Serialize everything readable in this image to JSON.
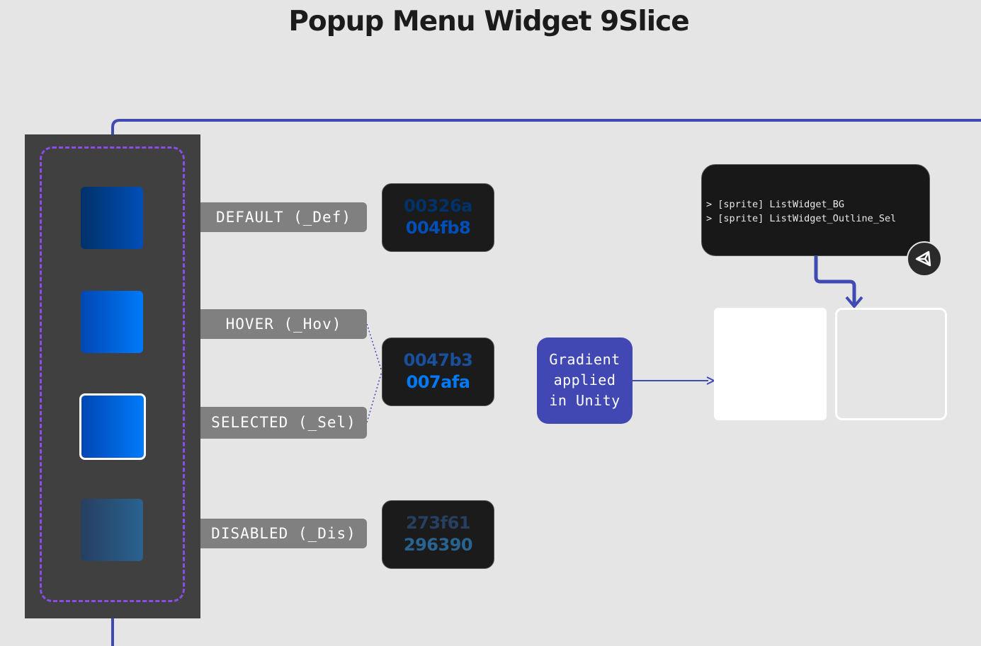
{
  "title": "Popup Menu Widget 9Slice",
  "states": [
    {
      "label": "DEFAULT (_Def)",
      "colors": [
        "00326a",
        "004fb8"
      ]
    },
    {
      "label": "HOVER (_Hov)",
      "colors": [
        "0047b3",
        "007afa"
      ]
    },
    {
      "label": "SELECTED (_Sel)"
    },
    {
      "label": "DISABLED (_Dis)",
      "colors": [
        "273f61",
        "296390"
      ]
    }
  ],
  "gradient_note": [
    "Gradient",
    "applied",
    "in Unity"
  ],
  "sprites": [
    "> [sprite] ListWidget_BG",
    "> [sprite] ListWidget_Outline_Sel"
  ],
  "icons": {
    "unity": "unity-logo-icon"
  },
  "colors": {
    "background": "#e5e5e5",
    "panel": "#404040",
    "frame_dash": "#8a4dea",
    "connector": "#3f4ab3",
    "note_bg": "#4148b4"
  }
}
